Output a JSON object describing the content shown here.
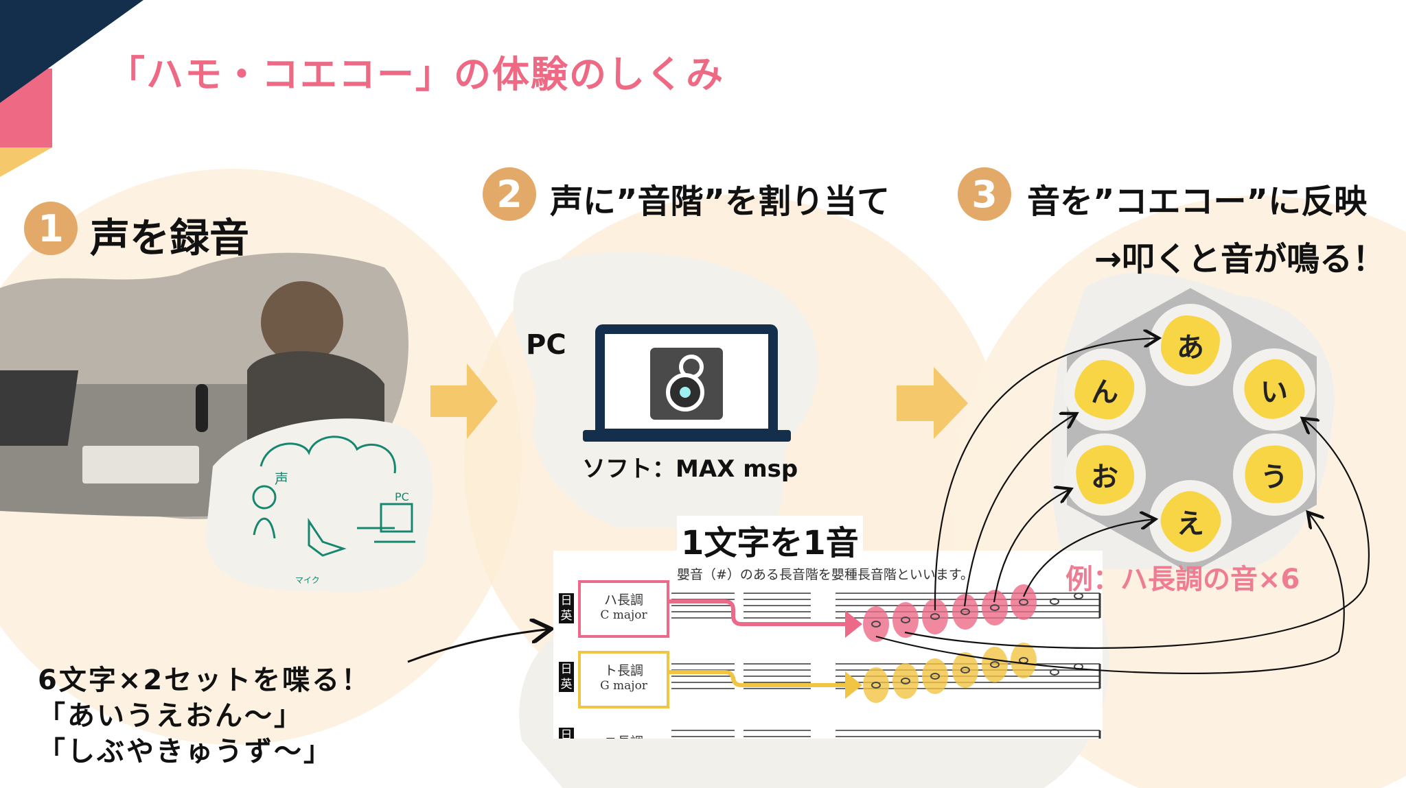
{
  "title": "「ハモ・コエコー」の体験のしくみ",
  "colors": {
    "pink": "#ee6a84",
    "navy": "#142f4b",
    "yellow": "#f4c86b",
    "badge": "#e3a968",
    "cream": "#fdf1df",
    "pad_yellow": "#f7d545"
  },
  "steps": [
    {
      "number": "1",
      "label": "声を録音"
    },
    {
      "number": "2",
      "label": "声に”音階”を割り当て"
    },
    {
      "number": "3",
      "label": "音を”コエコー”に反映",
      "sub": "→叩くと音が鳴る！"
    }
  ],
  "step1": {
    "sketch": {
      "voice": "声",
      "pc": "PC",
      "mic": "マイク"
    },
    "instructions": [
      "6文字×2セットを喋る！",
      "「あいうえおん〜」",
      "「しぶやきゅうず〜」"
    ]
  },
  "step2": {
    "pc_label": "PC",
    "software": "ソフト：MAX msp",
    "app_icon": "max-msp-icon",
    "rule": "1文字を1音",
    "score": {
      "caption": "嬰音（#）のある長音階を嬰種長音階といいます。",
      "lang_tag": [
        "日",
        "英"
      ],
      "keys": [
        {
          "jp": "ハ長調",
          "en": "C major"
        },
        {
          "jp": "ト長調",
          "en": "G major"
        },
        {
          "jp": "ニ長調",
          "en": ""
        }
      ]
    }
  },
  "step3": {
    "pads": [
      "あ",
      "い",
      "う",
      "え",
      "お",
      "ん"
    ],
    "example": "例：ハ長調の音×6"
  }
}
